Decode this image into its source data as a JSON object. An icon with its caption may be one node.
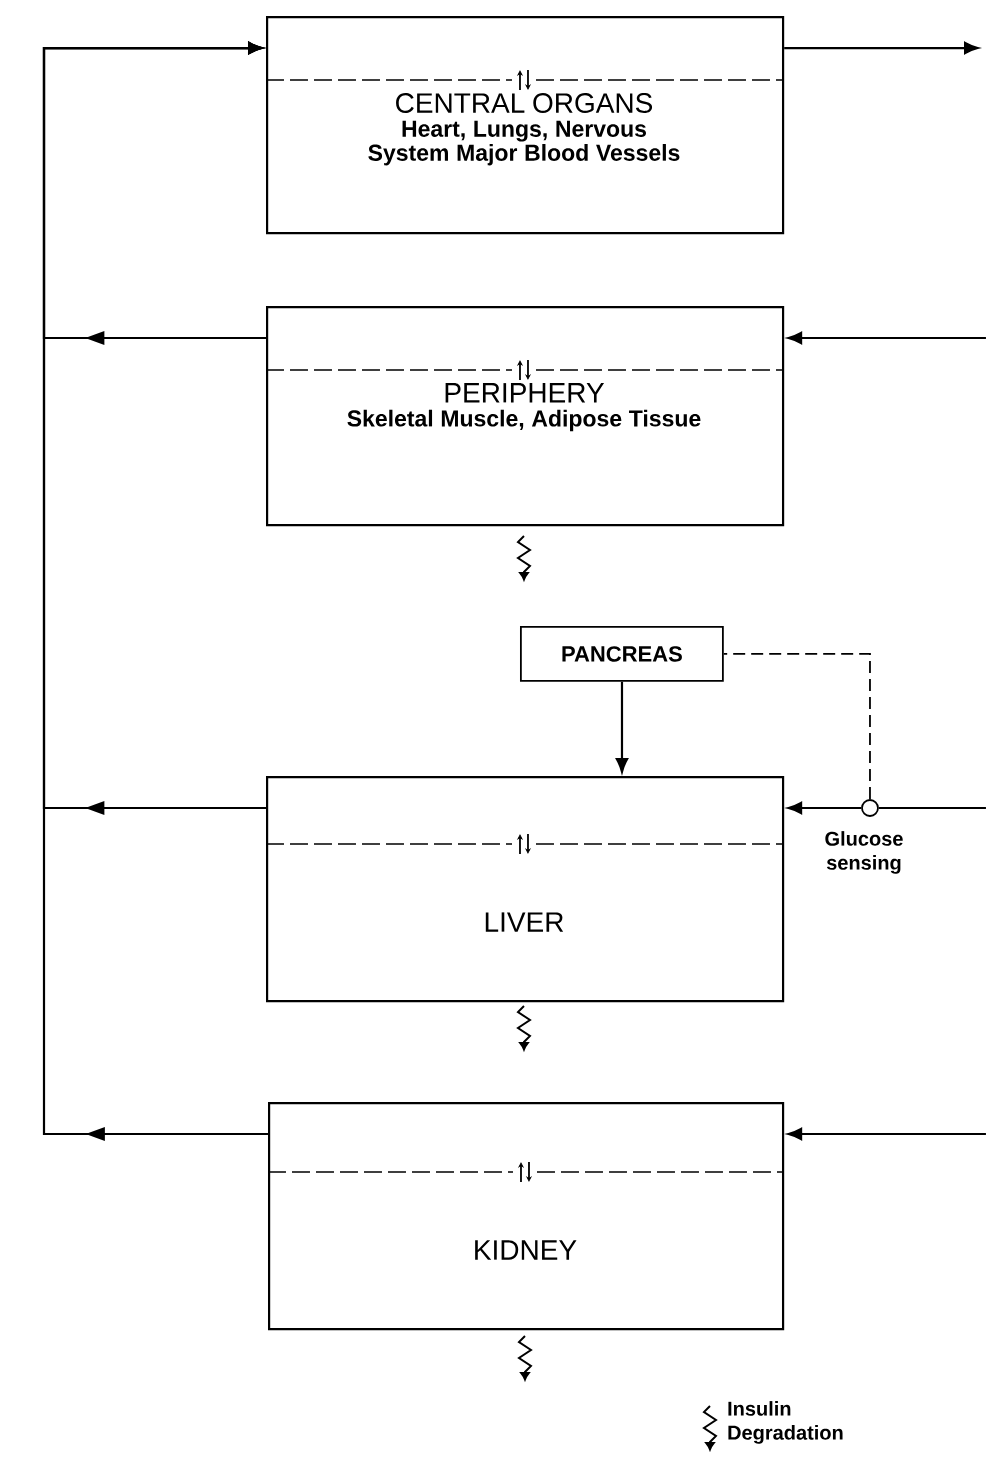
{
  "diagram": {
    "nodes": [
      {
        "text": [
          "CENTRAL ORGANS",
          "Heart, Lungs, Nervous System Major Blood Vessels"
        ]
      },
      {
        "text": [
          "PERIPHERY",
          "Skeletal Muscle, Adipose Tissue"
        ]
      },
      {
        "text": [
          "PANCREAS"
        ]
      },
      {
        "text": [
          "LIVER"
        ]
      },
      {
        "text": [
          "KIDNEY"
        ]
      },
      {
        "text": [],
        "shape": "circle",
        "beside": [
          "Glucose sensing"
        ]
      }
    ],
    "edges": [
      {
        "from": 0,
        "to": null,
        "arrow": "to"
      },
      {
        "from": null,
        "to": 1,
        "arrow": "to"
      },
      {
        "from": 1,
        "to": 0,
        "arrow": "to"
      },
      {
        "from": 2,
        "to": 3,
        "arrow": "to"
      },
      {
        "from": 5,
        "to": 2,
        "arrow": "none",
        "style": "dashed"
      },
      {
        "from": null,
        "to": 5,
        "arrow": "none"
      },
      {
        "from": 5,
        "to": 3,
        "arrow": "to"
      },
      {
        "from": 3,
        "to": 0,
        "arrow": "to"
      },
      {
        "from": null,
        "to": 4,
        "arrow": "to"
      },
      {
        "from": 4,
        "to": 0,
        "arrow": "to"
      }
    ],
    "legend": [
      {
        "text": "Insulin Degradation"
      }
    ]
  }
}
